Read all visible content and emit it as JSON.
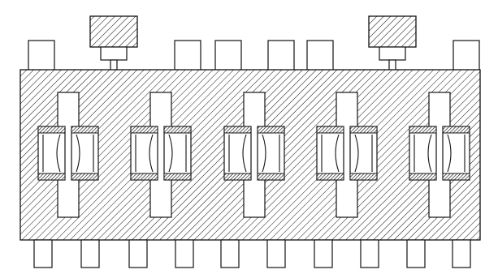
{
  "diagram": {
    "type": "mechanical-cross-section",
    "title": "",
    "labels": [],
    "colors": {
      "line": "#111111",
      "fill": "#ffffff",
      "hatch": "#111111"
    },
    "components": {
      "actuator_blocks": 2,
      "top_pins": 8,
      "bottom_pins": 10,
      "bearing_assemblies": 5,
      "races_per_assembly": 2
    }
  }
}
